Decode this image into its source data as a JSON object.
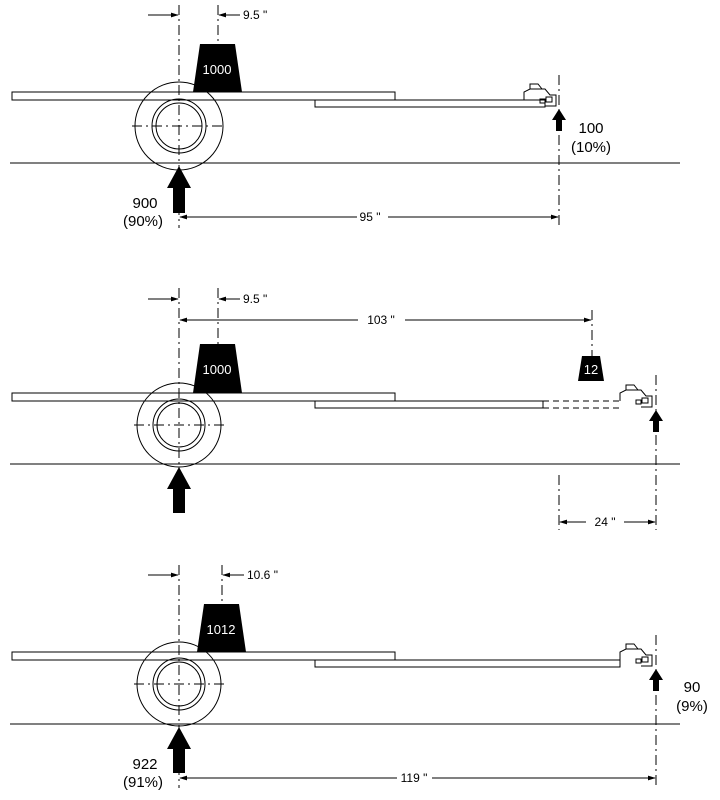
{
  "diagrams": [
    {
      "weight_label": "1000",
      "offset_label": "9.5 \"",
      "length_label": "95 \"",
      "axle_load": "900",
      "axle_pct": "(90%)",
      "hitch_load": "100",
      "hitch_pct": "(10%)"
    },
    {
      "weight_label": "1000",
      "offset_label": "9.5 \"",
      "span_label": "103 \"",
      "small_weight_label": "12",
      "extension_label": "24 \""
    },
    {
      "weight_label": "1012",
      "offset_label": "10.6 \"",
      "length_label": "119 \"",
      "axle_load": "922",
      "axle_pct": "(91%)",
      "hitch_load": "90",
      "hitch_pct": "(9%)"
    }
  ]
}
